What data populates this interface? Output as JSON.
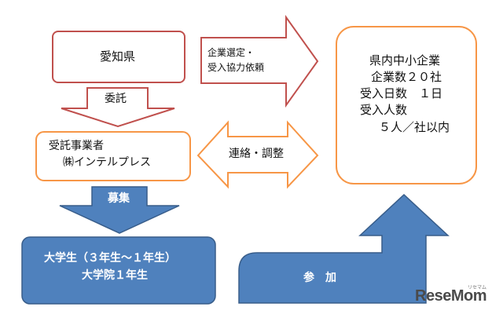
{
  "nodes": {
    "aichi": "愛知県",
    "contractor_line1": "受託事業者",
    "contractor_line2": "㈱インテルプレス",
    "companies_line1": "県内中小企業",
    "companies_line2": "企業数２０社",
    "companies_line3": "受入日数　１日",
    "companies_line4": "受入人数",
    "companies_line5": "５人／社以内",
    "students_line1": "大学生（３年生～１年生）",
    "students_line2": "大学院１年生"
  },
  "arrows": {
    "itaku": "委託",
    "selection_line1": "企業選定・",
    "selection_line2": "受入協力依頼",
    "liaison": "連絡・調整",
    "boshu": "募集",
    "sanka": "参　加"
  },
  "logo": {
    "text": "ReseMom",
    "sub": "リセマム"
  },
  "colors": {
    "red_border": "#c0504d",
    "orange_border": "#f79646",
    "blue_fill": "#4f81bd",
    "blue_border": "#385d8a"
  }
}
